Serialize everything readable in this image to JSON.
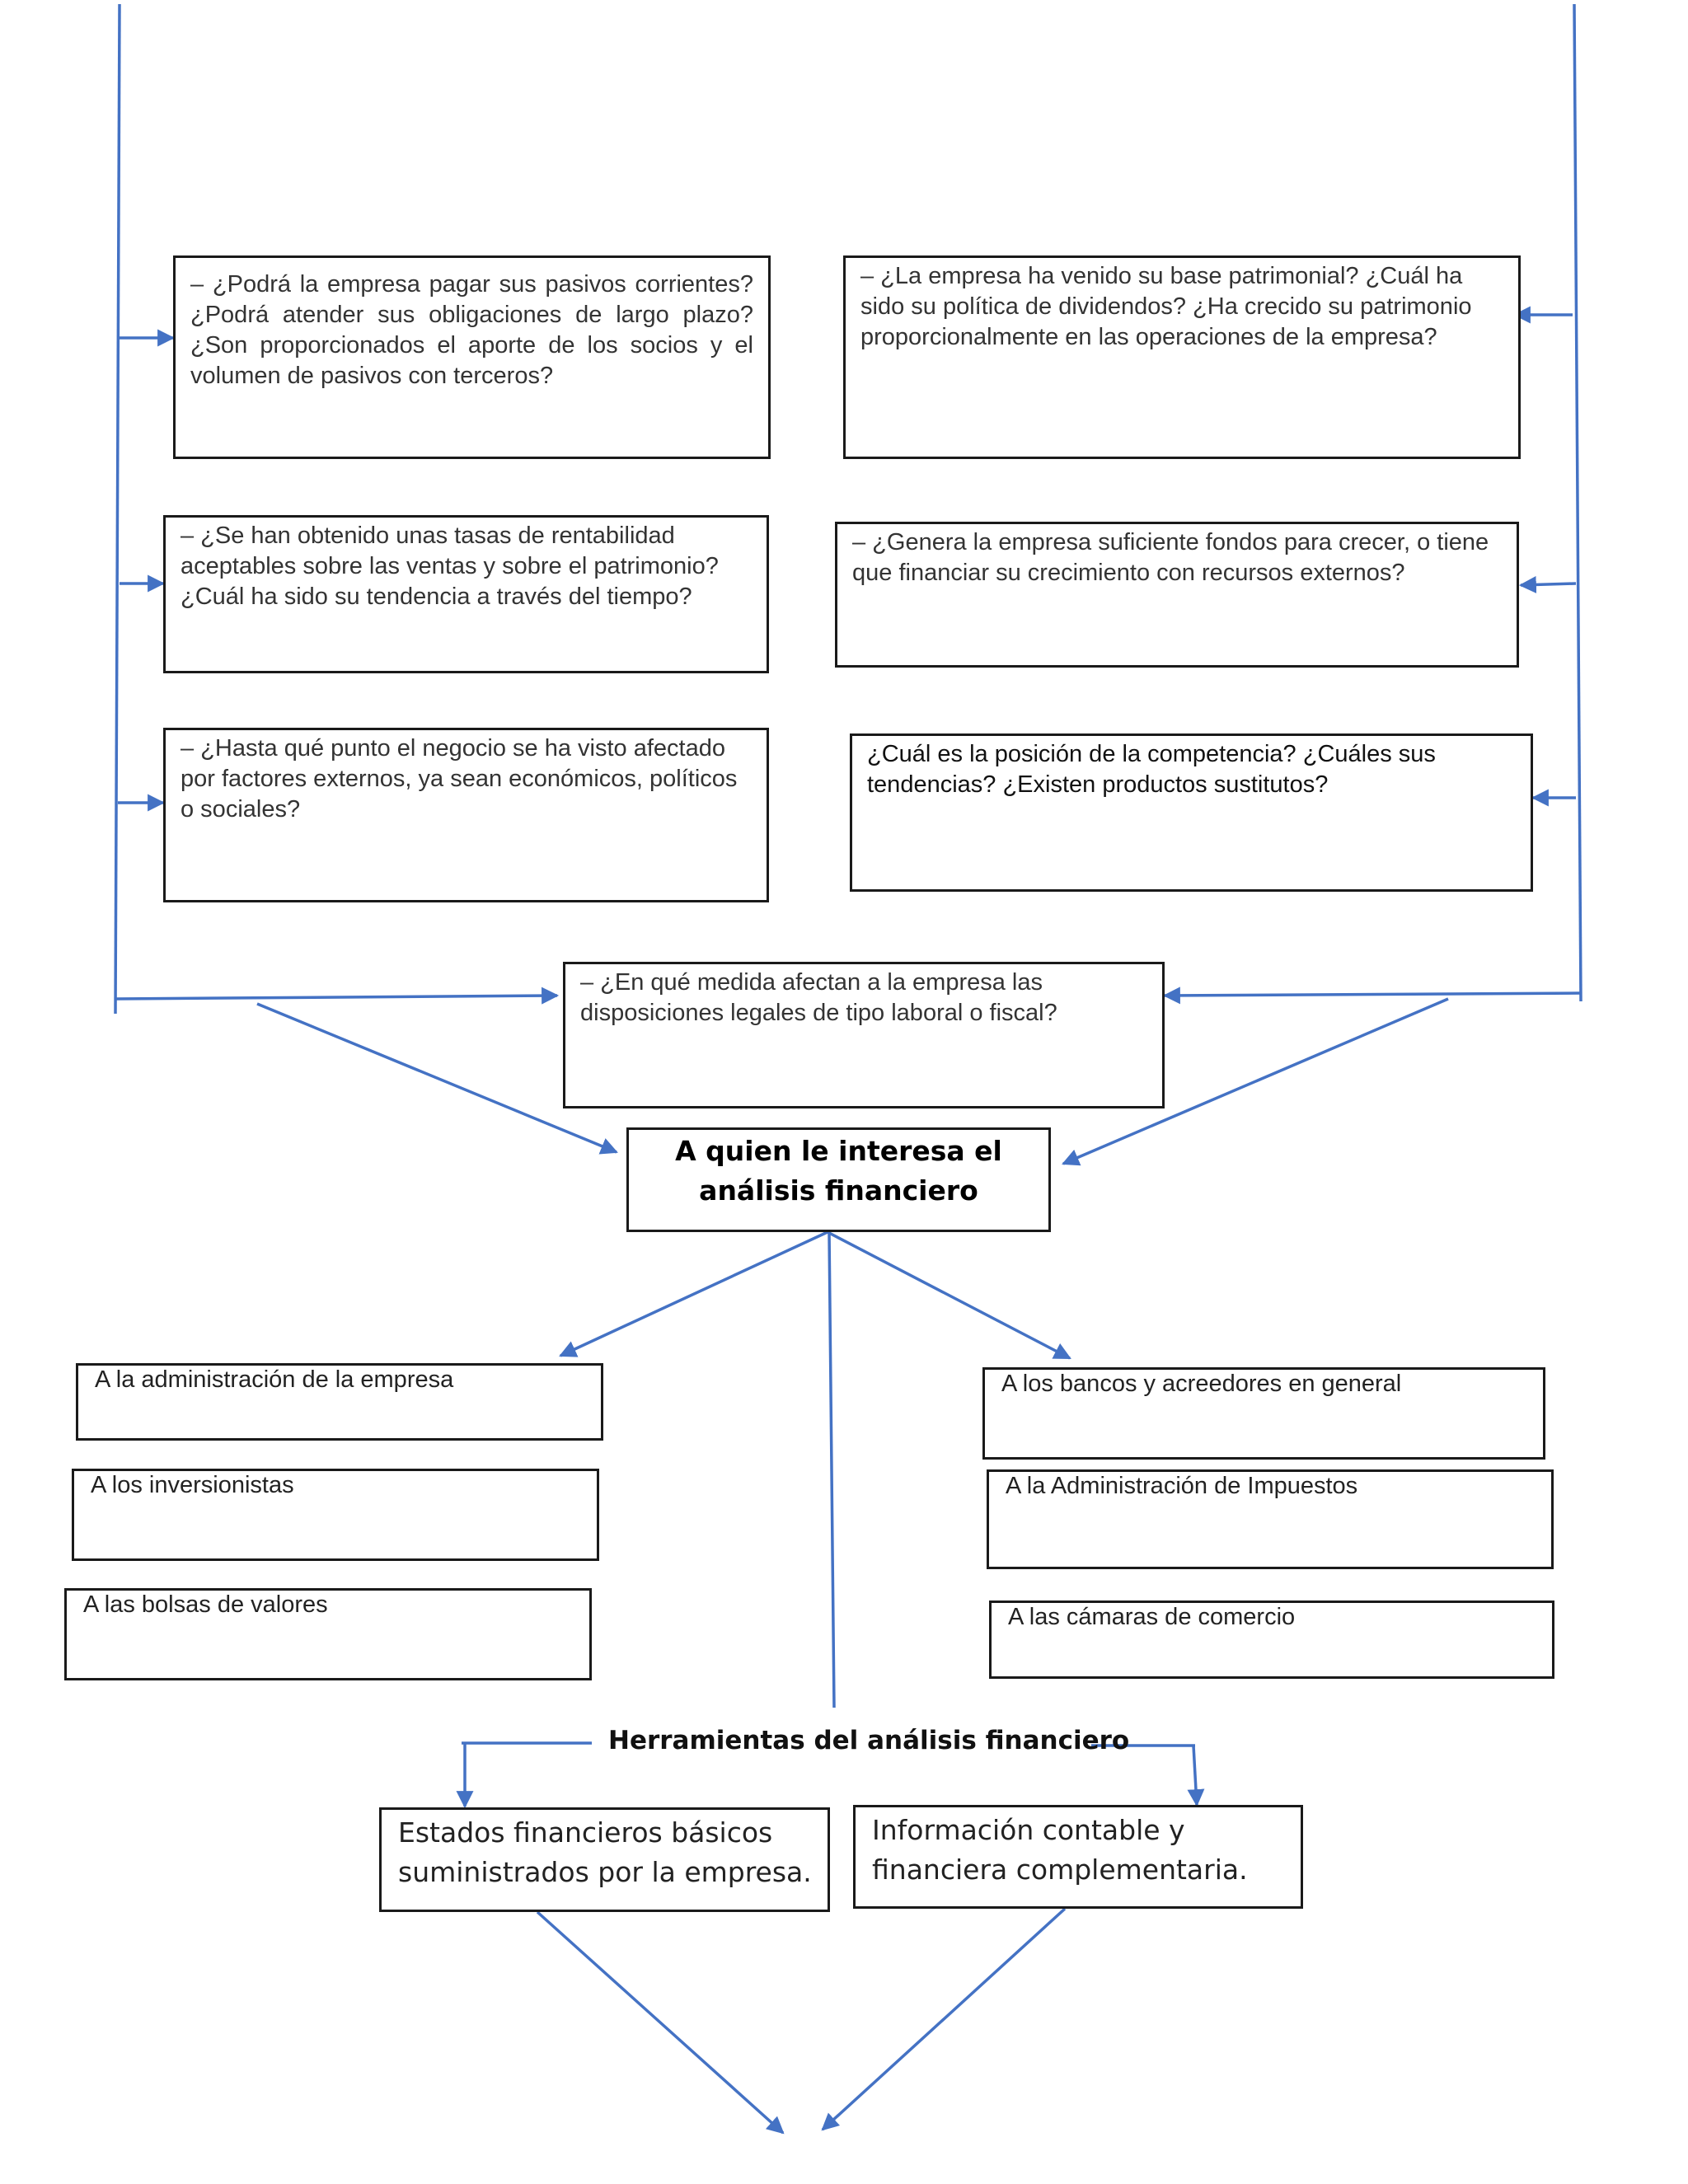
{
  "colors": {
    "connector": "#4472c4",
    "border": "#1a1a1a",
    "text": "#333333"
  },
  "questions": {
    "pasivos": "– ¿Podrá la empresa pagar sus pasivos corrientes? ¿Podrá atender sus obligaciones de largo plazo? ¿Son proporcionados el aporte de los socios y el volumen de pasivos con terceros?",
    "patrimonio": "– ¿La empresa ha venido su base patrimonial? ¿Cuál ha sido su política de dividendos? ¿Ha crecido su patrimonio proporcionalmente en las operaciones de la empresa?",
    "rentabilidad": "– ¿Se han obtenido unas tasas de rentabilidad aceptables sobre las ventas y sobre el patrimonio? ¿Cuál ha sido su tendencia a través del tiempo?",
    "fondos": "– ¿Genera la empresa suficiente fondos para crecer, o tiene que financiar su crecimiento con recursos externos?",
    "factores": "– ¿Hasta qué punto el negocio se ha visto afectado por factores externos, ya sean económicos, políticos o sociales?",
    "competencia": "¿Cuál es la posición de la competencia? ¿Cuáles sus tendencias? ¿Existen productos sustitutos?",
    "legales": "– ¿En qué medida afectan a la empresa las disposiciones legales de tipo laboral o fiscal?"
  },
  "center_title": "A quien le interesa el análisis financiero",
  "interested": {
    "left": [
      "A la administración de la empresa",
      "A los inversionistas",
      "A las bolsas de valores"
    ],
    "right": [
      "A los bancos y acreedores en general",
      "A la Administración de Impuestos",
      "A las cámaras de comercio"
    ]
  },
  "tools": {
    "title": "Herramientas del análisis financiero",
    "items": [
      "Estados financieros básicos suministrados por la empresa.",
      "Información contable y financiera complementaria."
    ]
  }
}
